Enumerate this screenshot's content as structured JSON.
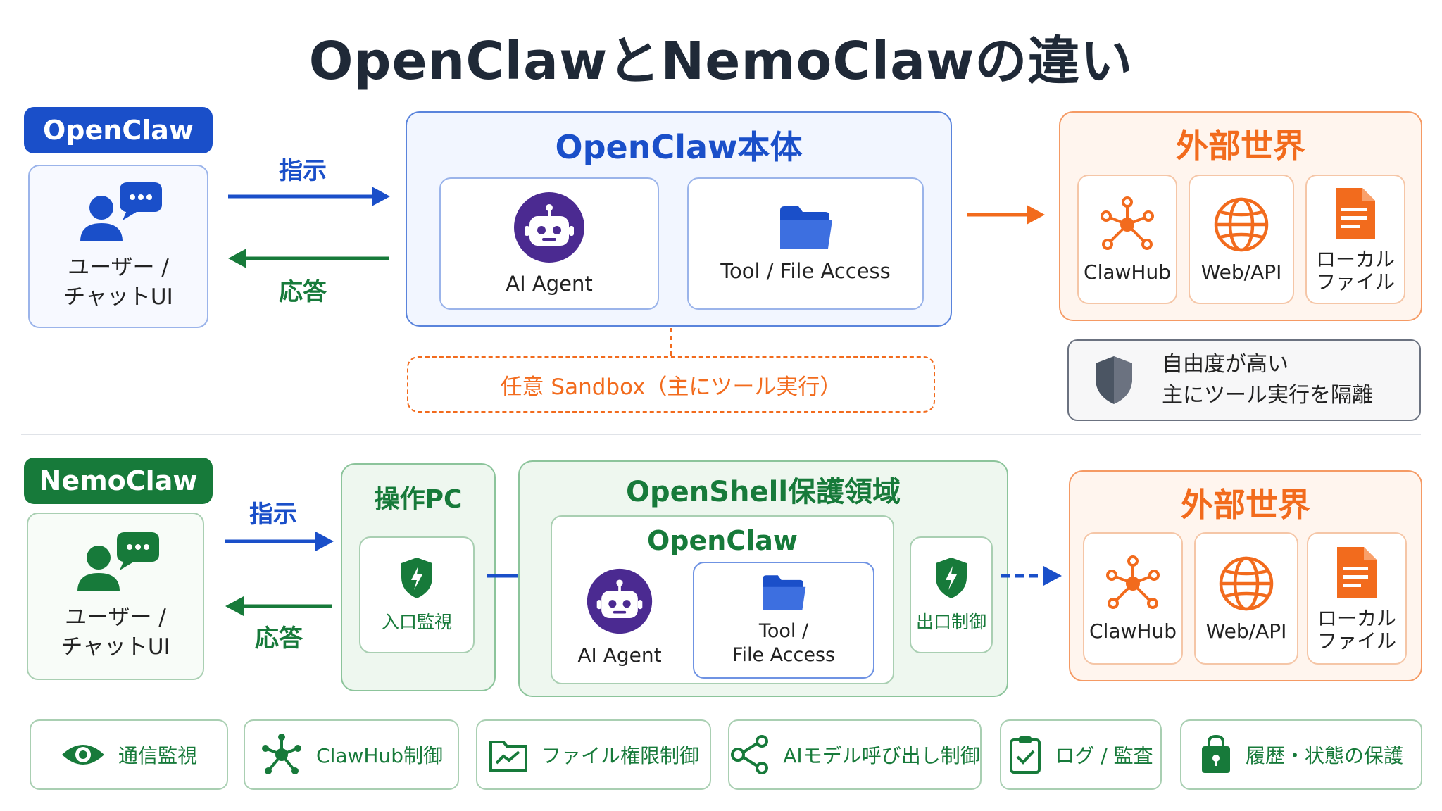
{
  "title": "OpenClawとNemoClawの違い",
  "openclaw": {
    "tag": "OpenClaw",
    "user_line1": "ユーザー /",
    "user_line2": "チャットUI",
    "arrow_instruct": "指示",
    "arrow_response": "応答",
    "core_title": "OpenClaw本体",
    "ai_agent": "AI Agent",
    "tool_access": "Tool / File Access",
    "sandbox": "任意 Sandbox（主にツール実行）",
    "external_title": "外部世界",
    "ext_items": [
      "ClawHub",
      "Web/API",
      "ローカル",
      "ファイル"
    ],
    "note_line1": "自由度が高い",
    "note_line2": "主にツール実行を隔離"
  },
  "nemoclaw": {
    "tag": "NemoClaw",
    "user_line1": "ユーザー /",
    "user_line2": "チャットUI",
    "arrow_instruct": "指示",
    "arrow_response": "応答",
    "pc_title": "操作PC",
    "ingress": "入口監視",
    "shell_title": "OpenShell保護領域",
    "inner_title": "OpenClaw",
    "ai_agent": "AI Agent",
    "tool_line1": "Tool /",
    "tool_line2": "File Access",
    "egress": "出口制御",
    "external_title": "外部世界",
    "ext_items": [
      "ClawHub",
      "Web/API",
      "ローカル",
      "ファイル"
    ]
  },
  "features": [
    "通信監視",
    "ClawHub制御",
    "ファイル権限制御",
    "AIモデル呼び出し制御",
    "ログ / 監査",
    "履歴・状態の保護"
  ],
  "colors": {
    "blue": "#1a4fc9",
    "green": "#177a3a",
    "orange": "#f26b1d",
    "purple": "#4b2a91",
    "gray": "#4b5563"
  }
}
